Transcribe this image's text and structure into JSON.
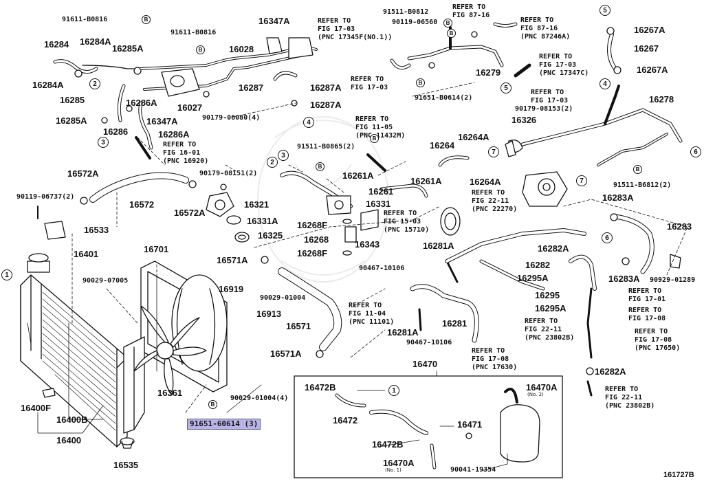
{
  "diagram": {
    "figure_number": "161727B",
    "highlighted_part": "91651-60614 (3)",
    "parts": {
      "p91611_B0816_a": "91611-B0816",
      "p91611_B0816_b": "91611-B0816",
      "p16347A_top": "16347A",
      "p16284": "16284",
      "p16284A_top": "16284A",
      "p16285A_top": "16285A",
      "p16028": "16028",
      "p16284A_left": "16284A",
      "p16285": "16285",
      "p16286A_mid": "16286A",
      "p16027": "16027",
      "p16287": "16287",
      "p16287A_1": "16287A",
      "p16287A_2": "16287A",
      "p16285A_bot": "16285A",
      "p16286": "16286",
      "p16347A_bot": "16347A",
      "p16286A_bot": "16286A",
      "p90179_06080": "90179-06080(4)",
      "p91511_B0812": "91511-B0812",
      "p90119_06560": "90119-06560",
      "p16279": "16279",
      "p91651_B0614": "91651-B0614(2)",
      "p16267A_top": "16267A",
      "p16267": "16267",
      "p16267A_bot": "16267A",
      "p16278": "16278",
      "p90179_08153": "90179-08153(2)",
      "p16326": "16326",
      "p16264": "16264",
      "p16264A_top": "16264A",
      "p91511_B0865": "91511-B0865(2)",
      "p16261A_1": "16261A",
      "p16261": "16261",
      "p16261A_2": "16261A",
      "p16264A_bot": "16264A",
      "p91511_B6812": "91511-B6812(2)",
      "p16283A_top": "16283A",
      "p16283": "16283",
      "p16572A_top": "16572A",
      "p90179_08151": "90179-08151(2)",
      "p90119_06737": "90119-06737(2)",
      "p16572": "16572",
      "p16572A_bot": "16572A",
      "p16321": "16321",
      "p16331": "16331",
      "p16331A": "16331A",
      "p16533": "16533",
      "p16325": "16325",
      "p16268F_1": "16268F",
      "p16268": "16268",
      "p16343": "16343",
      "p16268F_2": "16268F",
      "p16281A_top": "16281A",
      "p16282A_top": "16282A",
      "p16401": "16401",
      "p16701": "16701",
      "p16571A_top": "16571A",
      "p16282": "16282",
      "p16283A_bot": "16283A",
      "p90929_01289": "90929-01289",
      "p90467_10106_a": "90467-10106",
      "p16295A_1": "16295A",
      "p90029_07005": "90029-07005",
      "p16919": "16919",
      "p90029_01004_a": "90029-01004",
      "p16295": "16295",
      "p16295A_2": "16295A",
      "p16913": "16913",
      "p16571": "16571",
      "p16281A_bot": "16281A",
      "p16281": "16281",
      "p90467_10106_b": "90467-10106",
      "p16571A_bot": "16571A",
      "p16470": "16470",
      "p16282A_bot": "16282A",
      "p16472B_top": "16472B",
      "p16470A_top": "16470A",
      "p16361": "16361",
      "p90029_01004_b": "90029-01004(4)",
      "p16400F": "16400F",
      "p16400B": "16400B",
      "p16472": "16472",
      "p16471": "16471",
      "p16472B_bot": "16472B",
      "p16400": "16400",
      "p16470A_bot": "16470A",
      "p90041_19354": "90041-19354",
      "p16535": "16535"
    },
    "small_notes": {
      "no2": "(No. 2)",
      "no1": "(No. 1)"
    },
    "references": {
      "r17_03_a": "REFER TO\nFIG 17-03\n(PNC 17345F(NO.1))",
      "r87_16_a": "REFER TO\nFIG 87-16",
      "r87_16_b": "REFER TO\nFIG 87-16\n(PNC 87246A)",
      "r17_03_b": "REFER TO\nFIG 17-03\n(PNC 17347C)",
      "r17_03_c": "REFER TO\nFIG 17-03",
      "r17_03_d": "REFER TO\nFIG 17-03",
      "r16_01": "REFER TO\nFIG 16-01\n(PNC 16920)",
      "r11_05": "REFER TO\nFIG 11-05\n(PNC 11432M)",
      "r22_11_a": "REFER TO\nFIG 22-11\n(PNC 22270)",
      "r15_03": "REFER TO\nFIG 15-03\n(PNC 15710)",
      "r11_04": "REFER TO\nFIG 11-04\n(PNC 11101)",
      "r17_01": "REFER TO\nFIG 17-01",
      "r17_08_a": "REFER TO\nFIG 17-08",
      "r22_11_b": "REFER TO\nFIG 22-11\n(PNC 23802B)",
      "r17_08_b": "REFER TO\nFIG 17-08\n(PNC 17650)",
      "r17_08_c": "REFER TO\nFIG 17-08\n(PNC 17630)",
      "r22_11_c": "REFER TO\nFIG 22-11\n(PNC 23802B)"
    },
    "callouts": {
      "c1_left": "1",
      "c2_a": "2",
      "c3": "3",
      "c4": "4",
      "c5_a": "5",
      "c5_b": "5",
      "c4_b": "4",
      "c6": "6",
      "c7_a": "7",
      "c7_b": "7",
      "c3_b": "3",
      "c2_b": "2",
      "c6_b": "6",
      "c1_inset": "1",
      "b1": "B",
      "b2": "B",
      "b3": "B",
      "b4": "B",
      "b5": "B",
      "b6": "B",
      "b7": "B",
      "b8": "B",
      "b9": "B"
    }
  }
}
